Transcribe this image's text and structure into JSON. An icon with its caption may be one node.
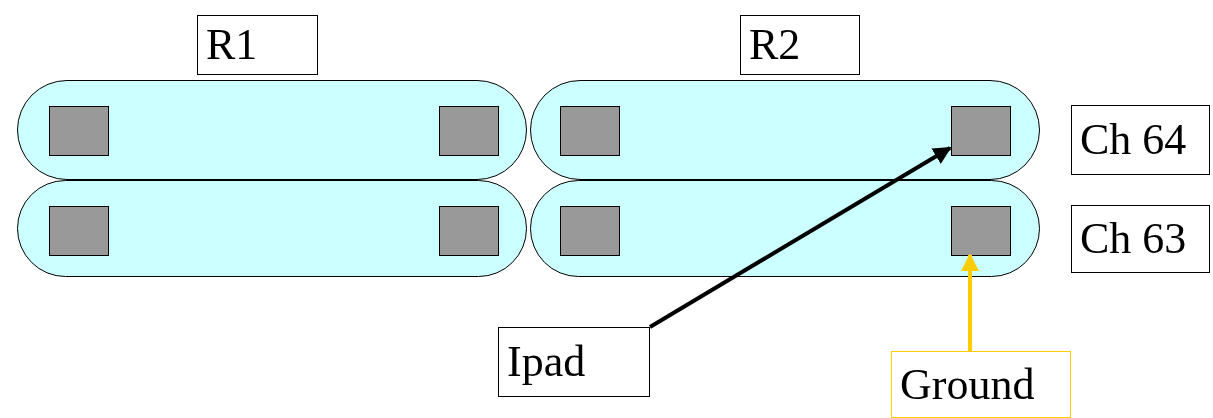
{
  "diagram": {
    "nodes": [
      {
        "text": [
          "R1"
        ]
      },
      {
        "text": [
          "R2"
        ]
      },
      {
        "text": [],
        "shape": "pill"
      },
      {
        "text": [],
        "shape": "pill"
      },
      {
        "text": [],
        "shape": "pill"
      },
      {
        "text": [],
        "shape": "pill"
      },
      {
        "text": [],
        "shape": "box",
        "in": 2
      },
      {
        "text": [],
        "shape": "box",
        "in": 2
      },
      {
        "text": [],
        "shape": "box",
        "in": 3
      },
      {
        "text": [],
        "shape": "box",
        "in": 3
      },
      {
        "text": [],
        "shape": "box",
        "in": 4
      },
      {
        "text": [],
        "shape": "box",
        "in": 4
      },
      {
        "text": [],
        "shape": "box",
        "in": 5
      },
      {
        "text": [],
        "shape": "box",
        "in": 5
      },
      {
        "text": [
          "Ch 64"
        ]
      },
      {
        "text": [
          "Ch 63"
        ]
      },
      {
        "text": [
          "Ipad"
        ]
      },
      {
        "text": [
          "Ground"
        ]
      }
    ],
    "edges": [
      {
        "from": 16,
        "to": 9,
        "arrow": "to"
      },
      {
        "from": 17,
        "to": 13,
        "arrow": "to",
        "color": "#ffcc00"
      }
    ]
  }
}
